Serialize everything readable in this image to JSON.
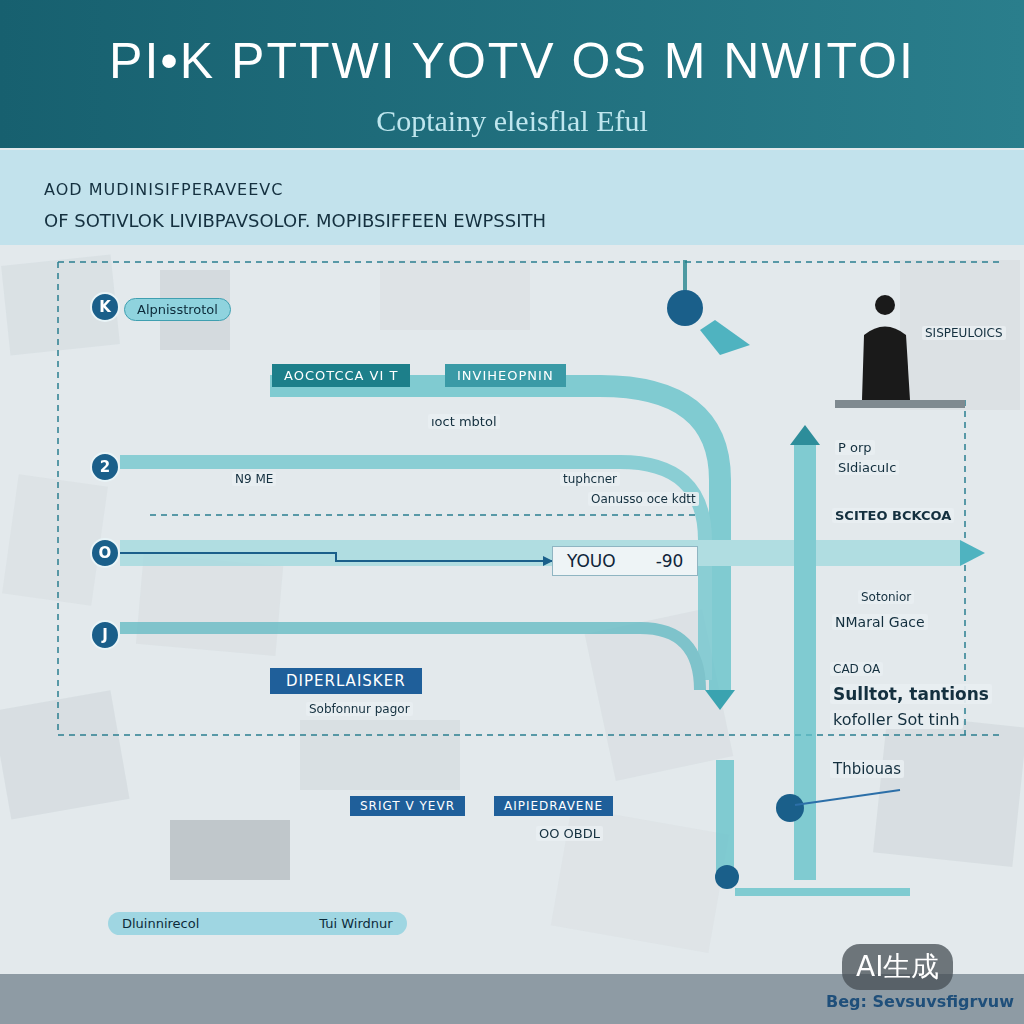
{
  "diagram": {
    "title": "PI•K PTTWI YOTV OS M NWITOI",
    "nodes": [
      {
        "text": [
          "K"
        ]
      },
      {
        "text": [
          "Alpnisstrotol"
        ]
      },
      {
        "text": [
          "AOCOTCCA VI T"
        ]
      },
      {
        "text": [
          "INVIHEOPNIN"
        ]
      },
      {
        "text": [
          "2"
        ]
      },
      {
        "text": [
          "O"
        ]
      },
      {
        "text": [
          "J"
        ]
      },
      {
        "text": [
          "YOUO",
          "-90"
        ]
      },
      {
        "text": [
          "DIPERLAISKER"
        ]
      },
      {
        "text": [
          "SRIGT V YEVR"
        ]
      },
      {
        "text": [
          "AIPIEDRAVENE"
        ]
      },
      {
        "text": [
          "Dluinnirecol",
          "Tui Wirdnur"
        ]
      }
    ],
    "edges": [
      {
        "from": 5,
        "to": 7,
        "arrow": "to"
      }
    ],
    "labels": [
      "Coptainy eleisflal Eful",
      "AOD MUDINISIFPERAVEEVC",
      "OF SOTIVLOK LIVIBPAVSOLOF. MOPIBSIFFEEN EWPSSITH",
      "SISPEULOICS",
      "ıoct mbtol",
      "N9 ME",
      "tuphcner",
      "Oanusso oce kdtt",
      "P orp",
      "SIdiacuIc",
      "SCITEO BCKCOA",
      "Sotonior",
      "NMaral Gace",
      "CAD OA",
      "Sulltot, tantions",
      "kofoller Sot tinh",
      "Thbiouas",
      "Sobfonnur pagor",
      "OO OBDL",
      "AI生成",
      "Beg: Sevsuvsfigrvuw"
    ]
  }
}
